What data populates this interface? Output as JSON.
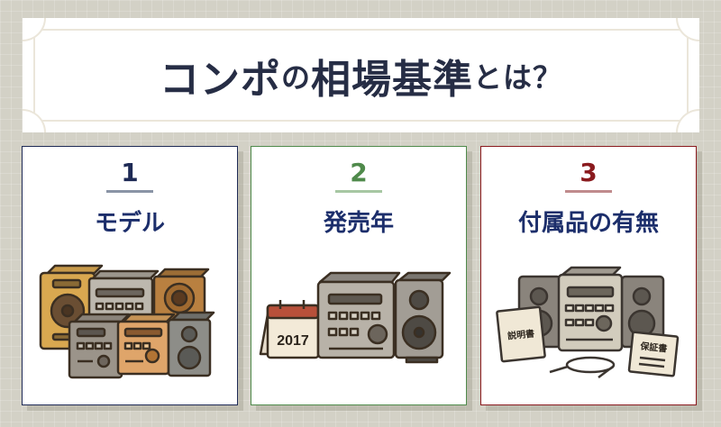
{
  "banner": {
    "title_part1": "コンポ",
    "title_part2": "の",
    "title_part3": "相場基準",
    "title_part4": "とは？"
  },
  "cards": [
    {
      "number": "1",
      "label": "モデル",
      "number_color": "#1e2a55",
      "rule_color": "#8a94a6",
      "illustration": "assorted-stereo-components-icon"
    },
    {
      "number": "2",
      "label": "発売年",
      "number_color": "#4f8a4b",
      "rule_color": "#a7c7a3",
      "illustration": "calendar-and-stereo-icon",
      "calendar_year": "2017"
    },
    {
      "number": "3",
      "label": "付属品の有無",
      "number_color": "#8a1a1e",
      "rule_color": "#c08b8d",
      "illustration": "stereo-with-accessories-icon",
      "doc_manual": "説明書",
      "doc_warranty": "保証書"
    }
  ],
  "colors": {
    "title_text": "#262d45",
    "label_text": "#1c2e6b",
    "background": "#d3d1c6"
  }
}
